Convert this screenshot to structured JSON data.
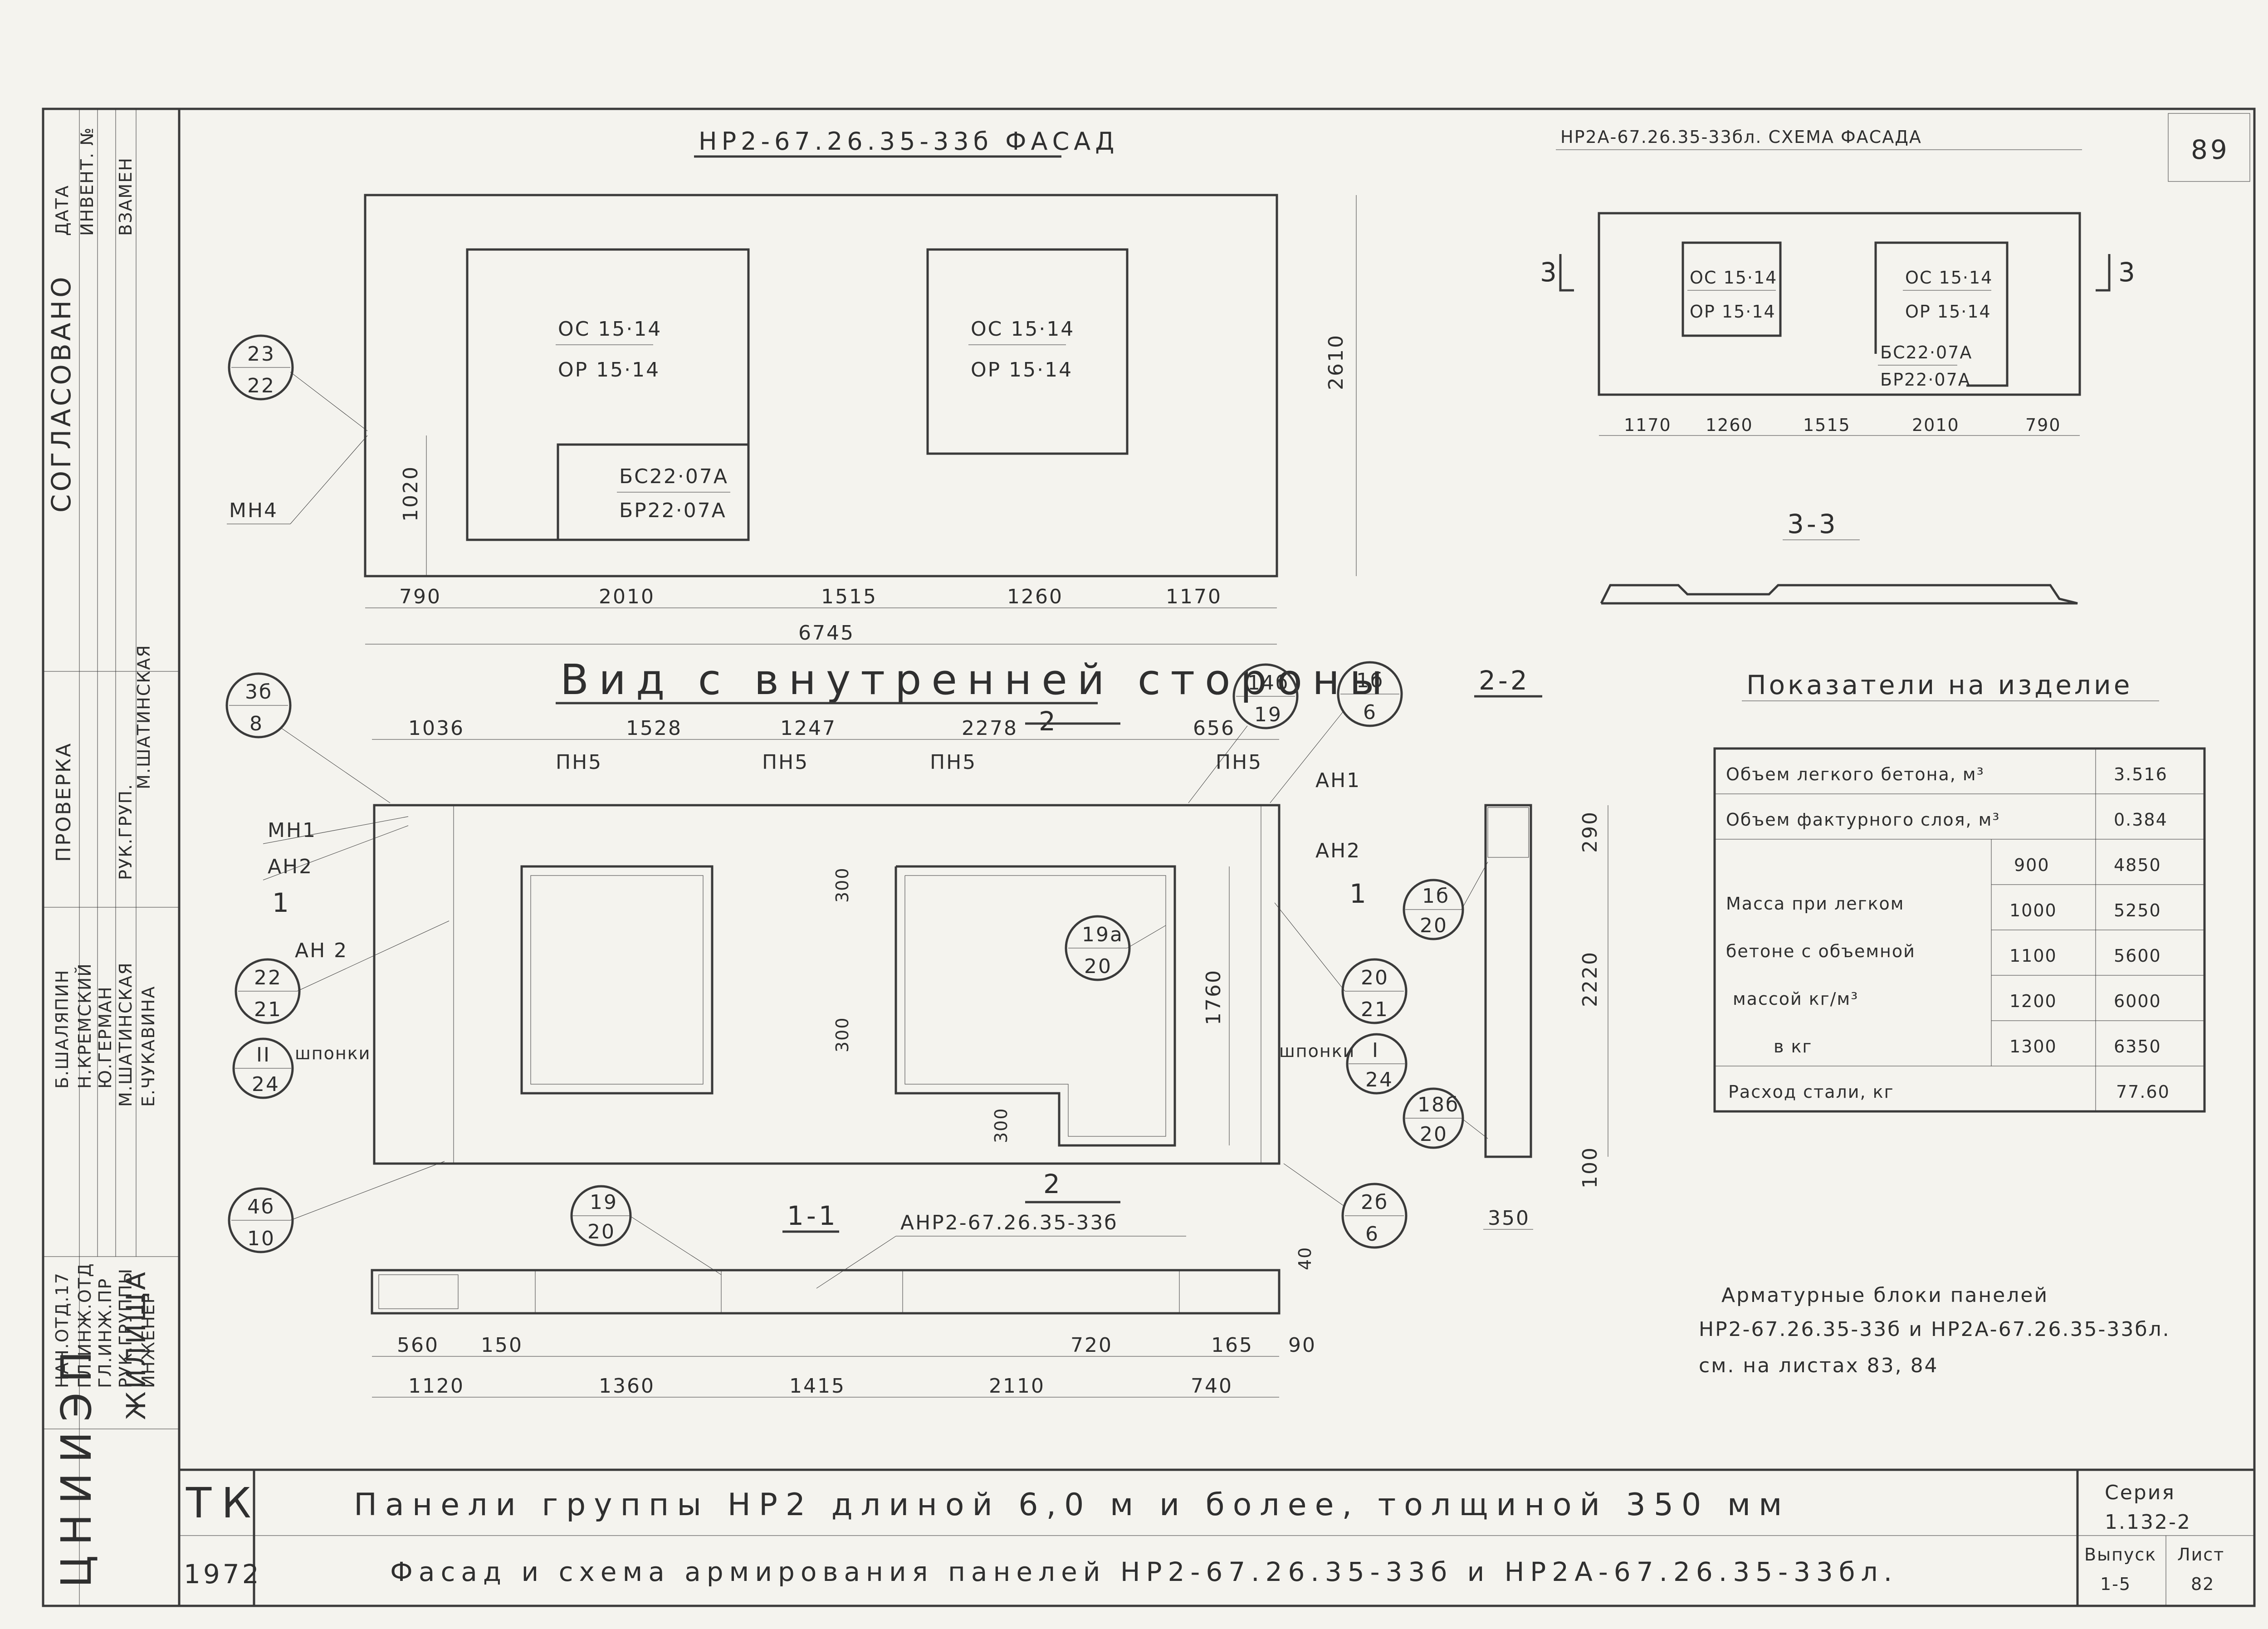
{
  "page_number": "89",
  "facade": {
    "title": "НР2-67.26.35-33б ФАСАД",
    "window1": {
      "line1": "ОС 15·14",
      "line2": "ОР 15·14"
    },
    "window2": {
      "line1": "ОС 15·14",
      "line2": "ОР 15·14"
    },
    "door": {
      "line1": "БС22·07А",
      "line2": "БР22·07А"
    },
    "callout": {
      "top": "23",
      "bottom": "22"
    },
    "anchor_label": "МН4",
    "height_dim": "2610",
    "sill_dim": "1020",
    "bottom_dims": [
      "790",
      "2010",
      "1515",
      "1260",
      "1170"
    ],
    "total_dim": "6745"
  },
  "scheme": {
    "title": "НР2А-67.26.35-33бл. СХЕМА ФАСАДА",
    "window1": {
      "line1": "ОС 15·14",
      "line2": "ОР 15·14"
    },
    "window2": {
      "line1": "ОС 15·14",
      "line2": "ОР 15·14"
    },
    "door": {
      "line1": "БС22·07А",
      "line2": "БР22·07А"
    },
    "section_marks": [
      "3",
      "3"
    ],
    "dims": [
      "1170",
      "1260",
      "1515",
      "2010",
      "790"
    ],
    "section_title": "3-3"
  },
  "inner": {
    "title": "Вид с внутренней стороны",
    "top_dims": [
      "1036",
      "1528",
      "1247",
      "2278",
      "656"
    ],
    "section_mark": "2",
    "loops": [
      "ПН5",
      "ПН5",
      "ПН5",
      "ПН5"
    ],
    "labels_left": [
      "МН1",
      "АН2",
      "АН 2",
      "шпонки"
    ],
    "labels_right": [
      "АН1",
      "АН2",
      "шпонки"
    ],
    "section_1": "1",
    "dims_inner": [
      "300",
      "300",
      "300"
    ],
    "height_dim": "1760",
    "callouts": [
      {
        "top": "3б",
        "bottom": "8"
      },
      {
        "top": "22",
        "bottom": "21"
      },
      {
        "top": "II",
        "bottom": "24"
      },
      {
        "top": "4б",
        "bottom": "10"
      },
      {
        "top": "14б",
        "bottom": "19"
      },
      {
        "top": "1б",
        "bottom": "6"
      },
      {
        "top": "20",
        "bottom": "21"
      },
      {
        "top": "I",
        "bottom": "24"
      },
      {
        "top": "2б",
        "bottom": "6"
      },
      {
        "top": "19а",
        "bottom": "20"
      },
      {
        "top": "19",
        "bottom": "20"
      }
    ]
  },
  "section_1_1": {
    "title": "1-1",
    "label": "АНР2-67.26.35-33б",
    "dims_upper": [
      "560",
      "150",
      "720",
      "165",
      "90"
    ],
    "dims_lower": [
      "1120",
      "1360",
      "1415",
      "2110",
      "740"
    ],
    "dim_side": "40"
  },
  "section_2_2": {
    "title": "2-2",
    "dims": [
      "290",
      "2220",
      "100"
    ],
    "width": "350",
    "callouts": [
      {
        "top": "1б",
        "bottom": "20"
      },
      {
        "top": "18б",
        "bottom": "20"
      }
    ]
  },
  "indicators": {
    "title": "Показатели на изделие",
    "rows": [
      {
        "label": "Объем легкого бетона, м³",
        "value": "3.516"
      },
      {
        "label": "Объем фактурного слоя, м³",
        "value": "0.384"
      }
    ],
    "mass_label": [
      "Масса при легком",
      "бетоне с объемной",
      "массой кг/м³",
      "в кг"
    ],
    "mass_rows": [
      {
        "density": "900",
        "mass": "4850"
      },
      {
        "density": "1000",
        "mass": "5250"
      },
      {
        "density": "1100",
        "mass": "5600"
      },
      {
        "density": "1200",
        "mass": "6000"
      },
      {
        "density": "1300",
        "mass": "6350"
      }
    ],
    "steel": {
      "label": "Расход стали, кг",
      "value": "77.60"
    }
  },
  "note": {
    "line1": "Арматурные блоки панелей",
    "line2": "НР2-67.26.35-33б и НР2А-67.26.35-33бл.",
    "line3": "см. на листах 83, 84"
  },
  "stamp": {
    "left_side": {
      "agreed": "СОГЛАСОВАНО",
      "date": "ДАТА",
      "inv": "ИНВЕНТ. №",
      "replace": "ВЗАМЕН",
      "check": "ПРОВЕРКА",
      "names": [
        "Б.ШАЛЯПИН",
        "Н.КРЕМСКИЙ",
        "Ю.ГЕРМАН",
        "М.ШАТИНСКАЯ",
        "Е.ЧУКАВИНА"
      ],
      "roles": [
        "НАЧ.ОТД.17",
        "ГЛ.ИНЖ.ОТД",
        "ГЛ.ИНЖ.ПР",
        "РУК.ГРУППЫ",
        "ИНЖЕНЕР"
      ],
      "roles2": [
        "РУК.ГРУП.",
        "М.ШАТИНСКАЯ"
      ],
      "org": "ЖИЛИЩА",
      "org_logo": "ЦНИИЭП"
    },
    "tk": "ТК",
    "year": "1972",
    "title1": "Панели группы НР2 длиной 6,0 м и более, толщиной 350 мм",
    "title2": "Фасад и схема армирования панелей НР2-67.26.35-33б и НР2А-67.26.35-33бл.",
    "series_label": "Серия",
    "series": "1.132-2",
    "issue_label": "Выпуск",
    "issue": "1-5",
    "sheet_label": "Лист",
    "sheet": "82"
  }
}
